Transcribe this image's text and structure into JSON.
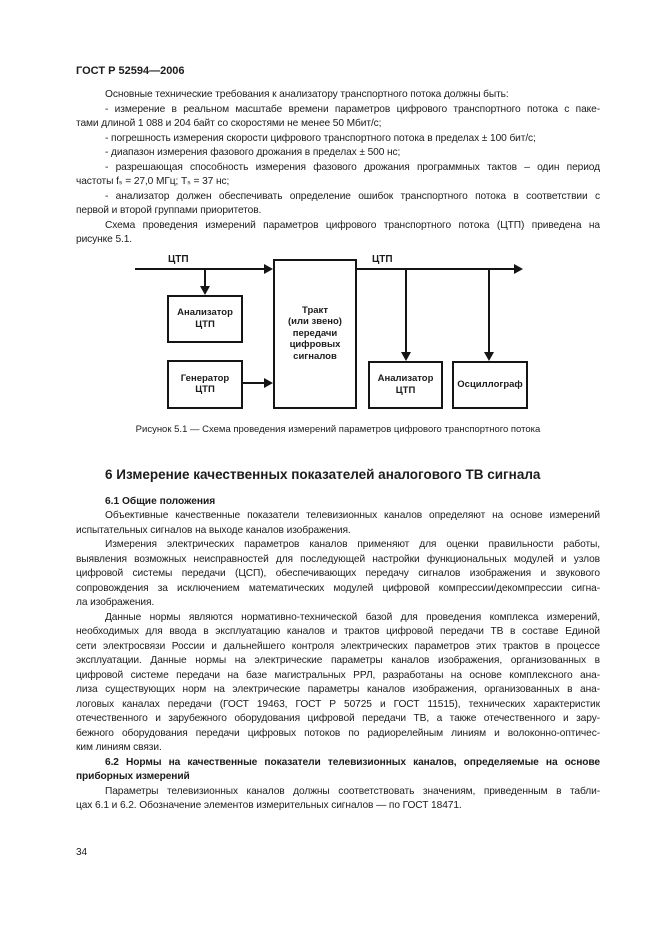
{
  "page": {
    "header": "ГОСТ Р 52594—2006",
    "number": "34"
  },
  "theme": {
    "text": "#1c1c1c",
    "line": "#151515",
    "background": "#ffffff"
  },
  "section5": {
    "paragraphs": [
      {
        "lines": [
          "Основные технические требования к анализатору транспортного потока должны быть:"
        ]
      },
      {
        "lines": [
          "- измерение в реальном масштабе времени параметров цифрового транспортного потока с паке-",
          "тами длиной 1 088 и 204 байт со скоростями не менее 50 Мбит/с;"
        ]
      },
      {
        "lines": [
          "- погрешность измерения скорости цифрового транспортного потока в пределах ± 100 бит/с;"
        ]
      },
      {
        "lines": [
          "- диапазон измерения фазового дрожания в пределах ± 500 нс;"
        ]
      },
      {
        "lines": [
          "- разрешающая способность измерения фазового дрожания программных тактов – один период",
          "частоты fₛ = 27,0 МГц; Tₛ = 37 нс;"
        ]
      },
      {
        "lines": [
          "- анализатор должен обеспечивать определение ошибок транспортного потока в соответствии с",
          "первой и второй группами приоритетов."
        ]
      },
      {
        "lines": [
          "Схема проведения измерений параметров цифрового транспортного потока (ЦТП) приведена на",
          "рисунке 5.1."
        ]
      }
    ]
  },
  "figure": {
    "input_label": "ЦТП",
    "output_label": "ЦТП",
    "box_analyzer_left": [
      "Анализатор",
      "ЦТП"
    ],
    "box_generator": [
      "Генератор",
      "ЦТП"
    ],
    "box_path": [
      "Тракт",
      "(или звено)",
      "передачи",
      "цифровых",
      "сигналов"
    ],
    "box_analyzer_right": [
      "Анализатор",
      "ЦТП"
    ],
    "box_oscilloscope": [
      "Осциллограф"
    ],
    "caption": "Рисунок 5.1 — Схема проведения измерений параметров цифрового транспортного потока"
  },
  "section6": {
    "title": "6  Измерение качественных показателей аналогового ТВ сигнала",
    "s61": {
      "title": "6.1  Общие положения",
      "paragraphs": [
        {
          "lines": [
            "Объективные качественные показатели телевизионных каналов определяют на основе измерений",
            "испытательных сигналов на выходе каналов изображения."
          ]
        },
        {
          "lines": [
            "Измерения электрических параметров каналов применяют для оценки правильности работы,",
            "выявления возможных неисправностей для последующей настройки функциональных модулей и узлов",
            "цифровой системы передачи (ЦСП), обеспечивающих передачу сигналов изображения и звукового",
            "сопровождения за исключением математических модулей цифровой компрессии/декомпрессии сигна-",
            "ла изображения."
          ]
        },
        {
          "lines": [
            "Данные нормы являются нормативно-технической базой для проведения комплекса измерений,",
            "необходимых для ввода в эксплуатацию каналов и трактов цифровой передачи ТВ в составе Единой",
            "сети электросвязи России и дальнейшего контроля электрических параметров этих трактов в процессе",
            "эксплуатации. Данные нормы на электрические параметры каналов изображения, организованных в",
            "цифровой системе передачи на базе магистральных РРЛ, разработаны на основе комплексного ана-",
            "лиза существующих норм на электрические параметры каналов изображения, организованных в ана-",
            "логовых каналах передачи (ГОСТ 19463, ГОСТ Р 50725 и ГОСТ 11515), технических характеристик",
            "отечественного и зарубежного оборудования цифровой передачи ТВ, а также отечественного и зару-",
            "бежного оборудования передачи цифровых потоков по радиорелейным линиям и волоконно-оптичес-",
            "ким линиям связи."
          ]
        }
      ]
    },
    "s62": {
      "title_lines": [
        "6.2  Нормы на качественные показатели телевизионных каналов, определяемые на основе",
        "приборных измерений"
      ],
      "paragraphs": [
        {
          "lines": [
            "Параметры телевизионных каналов должны соответствовать значениям, приведенным в табли-",
            "цах 6.1 и 6.2. Обозначение элементов измерительных сигналов — по ГОСТ 18471."
          ]
        }
      ]
    }
  }
}
